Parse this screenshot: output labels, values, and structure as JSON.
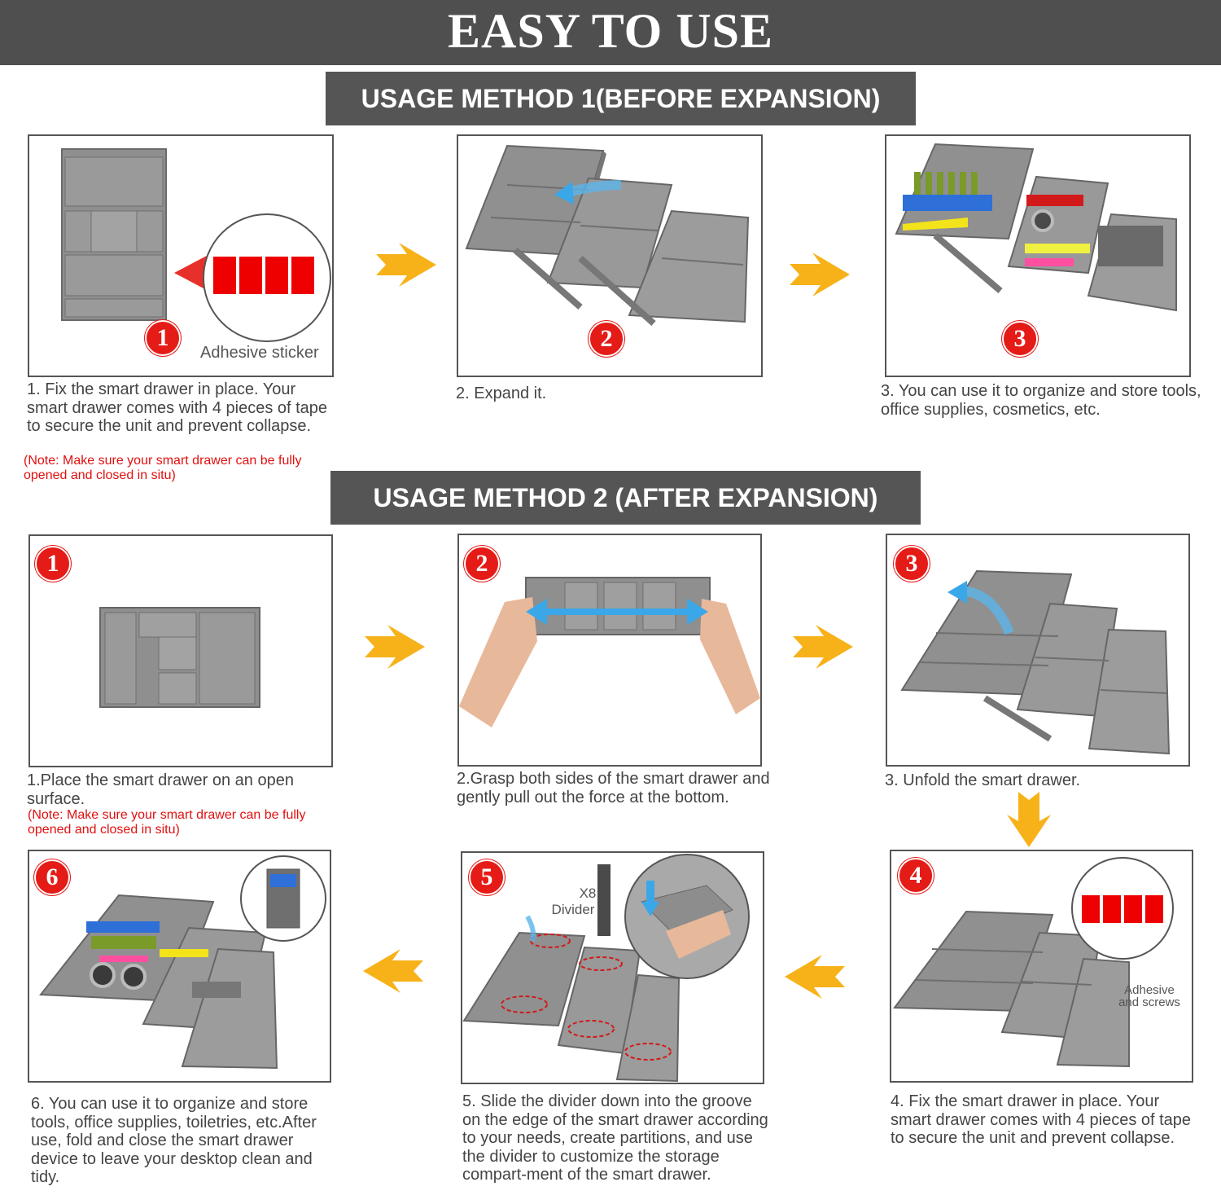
{
  "header": {
    "title": "EASY TO USE"
  },
  "method1": {
    "title": "USAGE METHOD 1(BEFORE EXPANSION)",
    "steps": [
      {
        "badge": "1",
        "label": "Adhesive sticker",
        "text": "1. Fix the smart drawer in place. Your smart drawer comes with 4 pieces of tape to secure the unit and prevent collapse.",
        "note": "(Note: Make sure your smart drawer can be fully opened and closed in situ)"
      },
      {
        "badge": "2",
        "text": "2. Expand it."
      },
      {
        "badge": "3",
        "text": "3. You can use it to organize and store tools, office supplies, cosmetics, etc."
      }
    ]
  },
  "method2": {
    "title": "USAGE METHOD 2 (AFTER EXPANSION)",
    "steps": [
      {
        "badge": "1",
        "text": "1.Place the smart drawer on an open surface.",
        "note": "(Note: Make sure your smart drawer can be fully opened and closed in situ)"
      },
      {
        "badge": "2",
        "text": "2.Grasp both sides of the smart drawer and gently pull out the force at the bottom."
      },
      {
        "badge": "3",
        "text": "3. Unfold the smart drawer."
      },
      {
        "badge": "4",
        "label1": "Adhesive",
        "label2": "and screws",
        "text": "4. Fix the smart drawer in place. Your smart drawer comes with 4 pieces of tape to secure the unit and prevent collapse."
      },
      {
        "badge": "5",
        "label1": "X8",
        "label2": "Divider",
        "text": "5.  Slide the divider down into the groove on the edge of the smart drawer according to your needs, create partitions, and use the divider to customize the storage compart-ment of the smart drawer."
      },
      {
        "badge": "6",
        "text": "6. You can use it to organize and store tools, office supplies, toiletries, etc.After use, fold and close the smart drawer device to leave your desktop clean and tidy."
      }
    ]
  },
  "colors": {
    "band": "#555555",
    "arrow": "#f7b21a",
    "badge": "#e41b17",
    "note": "#e01010",
    "tray": "#8f8f8f",
    "blue_arrow": "#3aa7e8"
  }
}
